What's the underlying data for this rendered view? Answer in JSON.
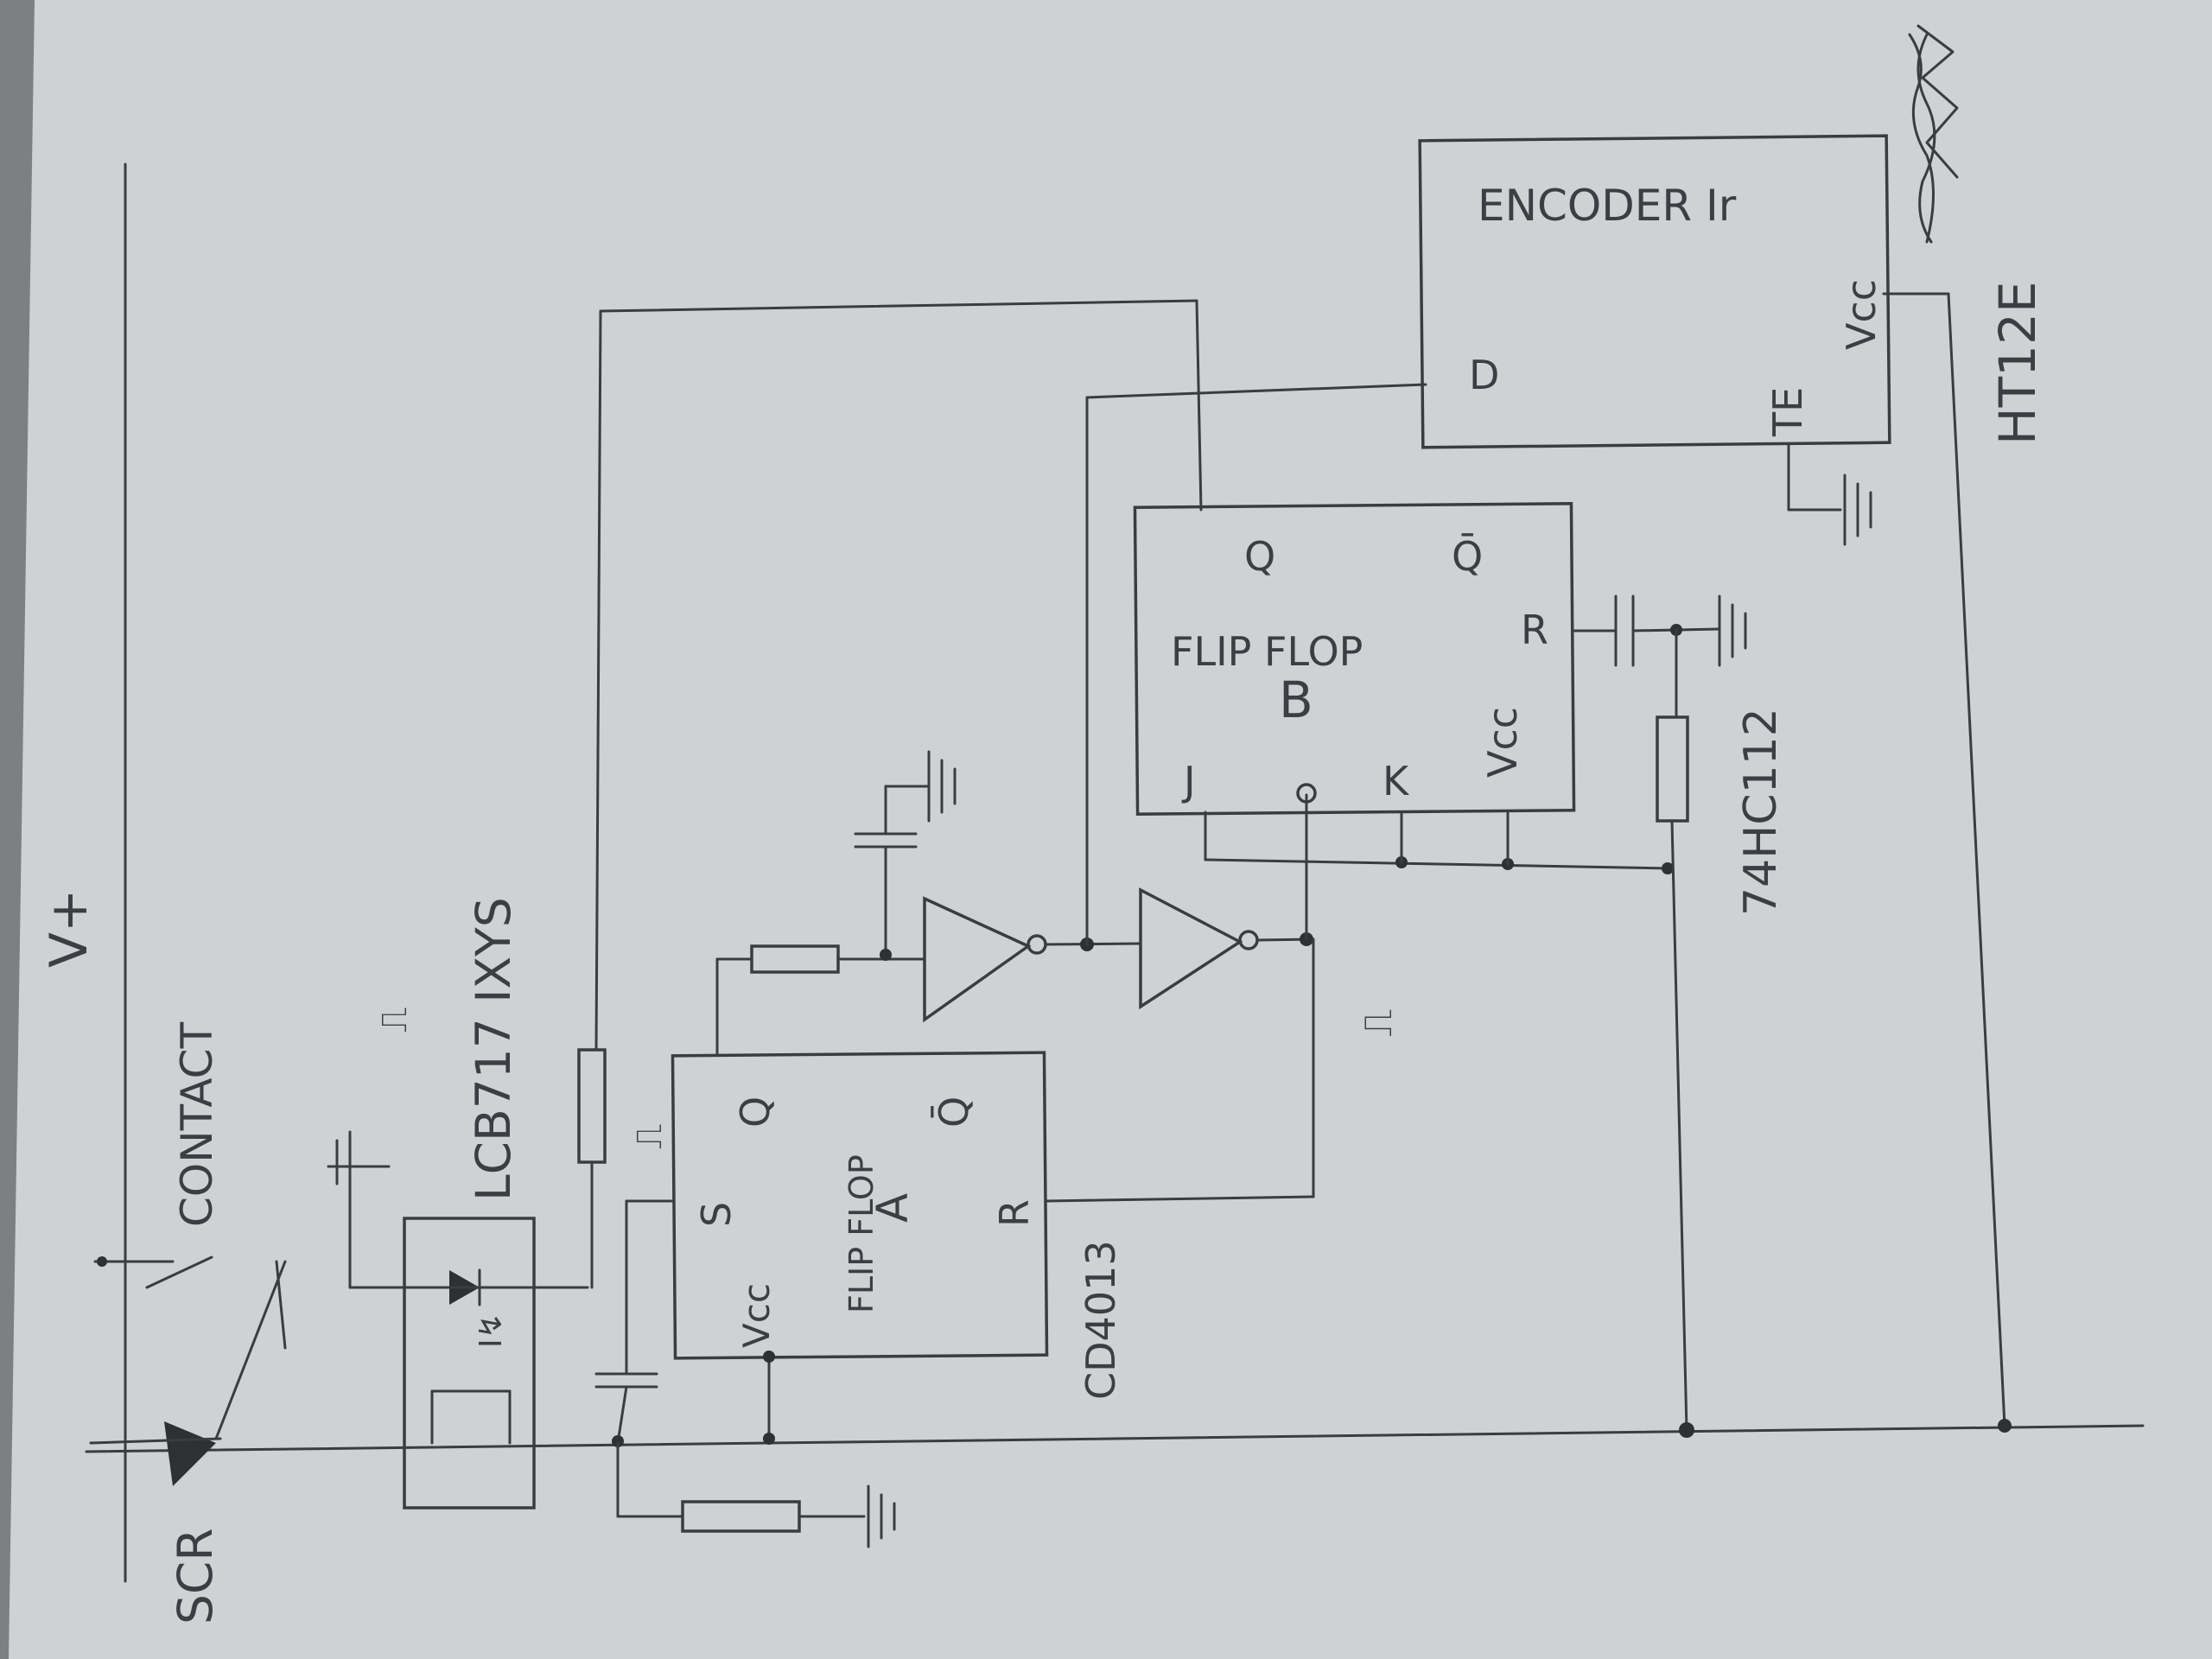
{
  "colors": {
    "paper": "#d4d7da",
    "ink": "#3a3d40",
    "background": "#5a5c5e"
  },
  "labels": {
    "supply": "V+",
    "contact": "CONTACT",
    "scr": "SCR",
    "optocoupler_part": "LCB717 IXYS",
    "optocoupler_glyph": "I↯",
    "pulse_top": "⎍",
    "pulse_mid": "⎍",
    "step_symbol": "⎍",
    "ff_a_title": "FLIP FLOP",
    "ff_a_letter": "A",
    "ff_a_s": "S",
    "ff_a_q": "Q",
    "ff_a_qbar": "Q̄",
    "ff_a_r": "R",
    "ff_a_vcc": "Vcc",
    "ff_a_part": "CD4013",
    "ff_b_title": "FLIP FLOP",
    "ff_b_letter": "B",
    "ff_b_q": "Q",
    "ff_b_qbar": "Q̄",
    "ff_b_r": "R",
    "ff_b_j": "J",
    "ff_b_k": "K",
    "ff_b_vcc": "Vcc",
    "ff_b_part": "74HC112",
    "encoder_title": "ENCODER Ir",
    "encoder_d": "D",
    "encoder_te": "TE",
    "encoder_vcc": "Vcc",
    "encoder_part": "HT12E"
  }
}
